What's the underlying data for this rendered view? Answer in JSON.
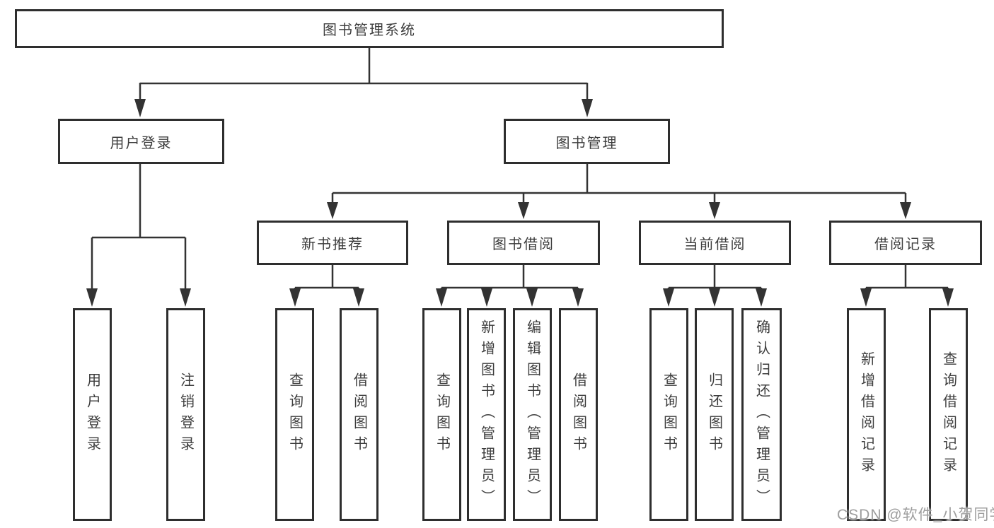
{
  "diagram": {
    "root": {
      "label": "图书管理系统"
    },
    "branches": [
      {
        "label": "用户登录",
        "children": [
          {
            "label": "用户登录"
          },
          {
            "label": "注销登录"
          }
        ]
      },
      {
        "label": "图书管理",
        "children": [
          {
            "label": "新书推荐",
            "children": [
              {
                "label": "查询图书"
              },
              {
                "label": "借阅图书"
              }
            ]
          },
          {
            "label": "图书借阅",
            "children": [
              {
                "label": "查询图书"
              },
              {
                "label": "新增图书（管理员）"
              },
              {
                "label": "编辑图书（管理员）"
              },
              {
                "label": "借阅图书"
              }
            ]
          },
          {
            "label": "当前借阅",
            "children": [
              {
                "label": "查询图书"
              },
              {
                "label": "归还图书"
              },
              {
                "label": "确认归还（管理员）"
              }
            ]
          },
          {
            "label": "借阅记录",
            "children": [
              {
                "label": "新增借阅记录"
              },
              {
                "label": "查询借阅记录"
              }
            ]
          }
        ]
      }
    ]
  },
  "watermark": "CSDN @软件_小贺同学",
  "colors": {
    "line": "#333333",
    "box_border": "#2e2e2e",
    "text": "#3d3d3d",
    "watermark": "#9e9e9e",
    "background": "#ffffff"
  }
}
